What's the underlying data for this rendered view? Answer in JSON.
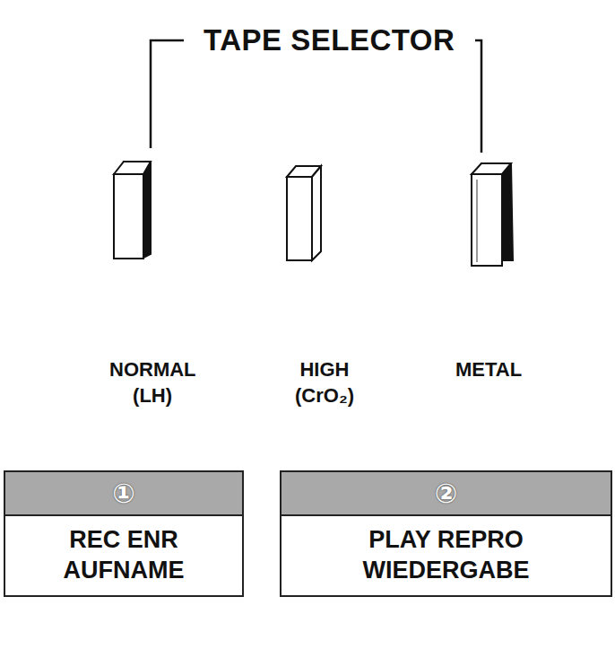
{
  "diagram": {
    "title": "TAPE SELECTOR",
    "nodes": [
      {
        "text": [
          "①",
          "REC ENR AUFNAME"
        ]
      },
      {
        "text": [
          "②",
          "PLAY REPRO WIEDERGABE"
        ]
      }
    ],
    "labels": [
      "NORMAL (LH)",
      "HIGH (CrO₂)",
      "METAL"
    ]
  }
}
